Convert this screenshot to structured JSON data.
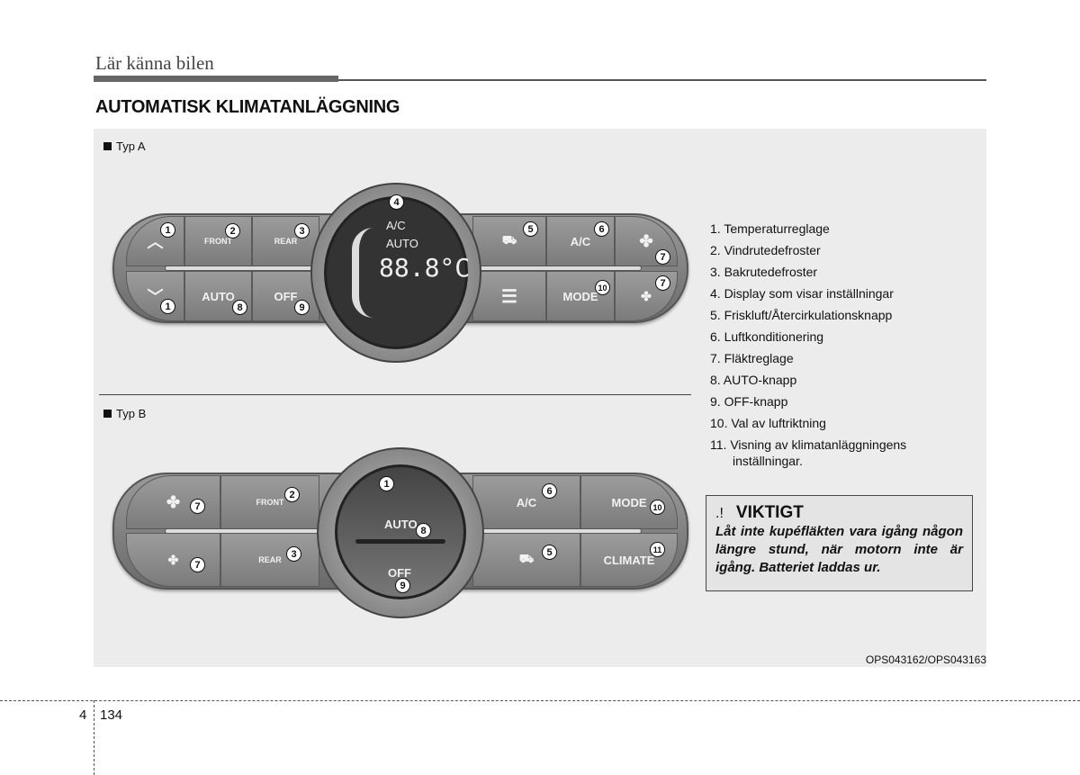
{
  "header": {
    "section": "Lär känna bilen",
    "title": "AUTOMATISK KLIMATANLÄGGNING"
  },
  "figure": {
    "type_a_label": "Typ A",
    "type_b_label": "Typ B",
    "code": "OPS043162/OPS043163",
    "type_a": {
      "front": "FRONT",
      "rear": "REAR",
      "auto": "AUTO",
      "off": "OFF",
      "ac": "A/C",
      "mode": "MODE",
      "display": {
        "ac": "A/C",
        "auto": "AUTO",
        "temp": "88.8°C"
      }
    },
    "type_b": {
      "front": "FRONT",
      "rear": "REAR",
      "auto": "AUTO",
      "off": "OFF",
      "ac": "A/C",
      "mode": "MODE",
      "climate": "CLIMATE"
    },
    "callouts": [
      "1",
      "2",
      "3",
      "4",
      "5",
      "6",
      "7",
      "8",
      "9",
      "10",
      "11"
    ]
  },
  "legend": [
    "1. Temperaturreglage",
    "2. Vindrutedefroster",
    "3. Bakrutedefroster",
    "4. Display som visar inställningar",
    "5. Friskluft/Återcirkulationsknapp",
    "6. Luftkonditionering",
    "7. Fläktreglage",
    "8. AUTO-knapp",
    "9. OFF-knapp",
    "10. Val av luftriktning",
    "11. Visning av klimatanläggningens",
    "inställningar."
  ],
  "warning": {
    "title": "VIKTIGT",
    "text": "Låt inte kupéfläkten vara igång någon längre stund, när motorn inte är igång. Batteriet laddas ur."
  },
  "footer": {
    "chapter": "4",
    "page": "134"
  }
}
